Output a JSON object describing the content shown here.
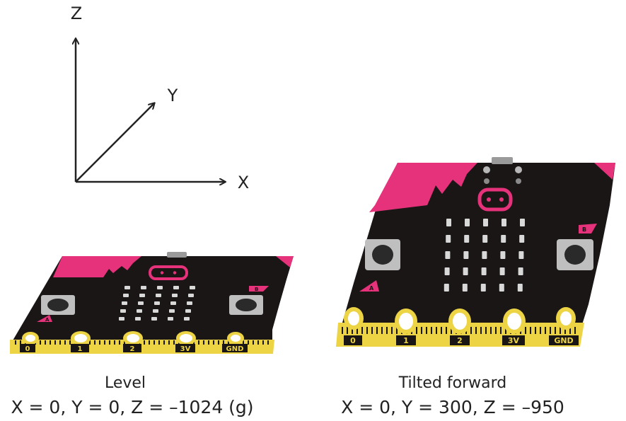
{
  "axes": {
    "z_label": "Z",
    "y_label": "Y",
    "x_label": "X"
  },
  "boards": [
    {
      "caption": "Level",
      "values": "X = 0, Y = 0, Z = –1024 (g)",
      "pins": [
        "0",
        "1",
        "2",
        "3V",
        "GND"
      ],
      "button_a": "A",
      "button_b": "B"
    },
    {
      "caption": "Tilted forward",
      "values": "X = 0, Y = 300, Z = –950",
      "pins": [
        "0",
        "1",
        "2",
        "3V",
        "GND"
      ],
      "button_a": "A",
      "button_b": "B"
    }
  ],
  "colors": {
    "board": "#1b1616",
    "accent": "#e6327a",
    "gold": "#ecd445",
    "button": "#c9c9c9"
  }
}
